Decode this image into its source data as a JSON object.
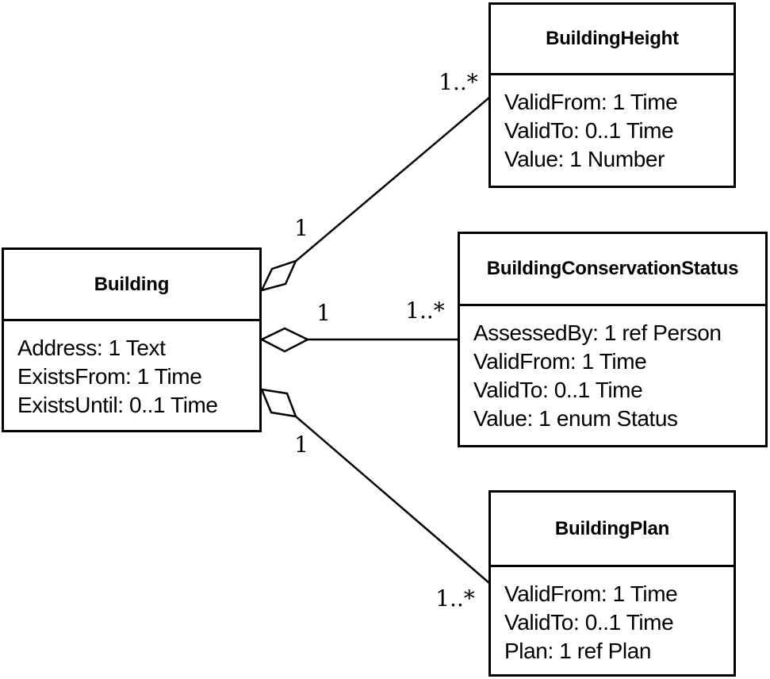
{
  "diagram_type": "uml-class-diagram",
  "colors": {
    "background": "#ffffff",
    "line": "#000000",
    "box_fill": "#ffffff",
    "text": "#000000"
  },
  "classes": {
    "building": {
      "title": "Building",
      "attributes": [
        "Address: 1 Text",
        "ExistsFrom: 1 Time",
        "ExistsUntil: 0..1 Time"
      ]
    },
    "building_height": {
      "title": "BuildingHeight",
      "attributes": [
        "ValidFrom: 1 Time",
        "ValidTo: 0..1 Time",
        "Value: 1 Number"
      ]
    },
    "building_conservation_status": {
      "title": "BuildingConservationStatus",
      "attributes": [
        "AssessedBy: 1 ref Person",
        "ValidFrom: 1 Time",
        "ValidTo: 0..1 Time",
        "Value: 1 enum Status"
      ]
    },
    "building_plan": {
      "title": "BuildingPlan",
      "attributes": [
        "ValidFrom: 1 Time",
        "ValidTo: 0..1 Time",
        "Plan: 1 ref Plan"
      ]
    }
  },
  "associations": {
    "building_height": {
      "kind": "aggregation",
      "source": "Building",
      "target": "BuildingHeight",
      "source_multiplicity": "1",
      "target_multiplicity": "1..*"
    },
    "building_conservation_status": {
      "kind": "aggregation",
      "source": "Building",
      "target": "BuildingConservationStatus",
      "source_multiplicity": "1",
      "target_multiplicity": "1..*"
    },
    "building_plan": {
      "kind": "aggregation",
      "source": "Building",
      "target": "BuildingPlan",
      "source_multiplicity": "1",
      "target_multiplicity": "1..*"
    }
  }
}
